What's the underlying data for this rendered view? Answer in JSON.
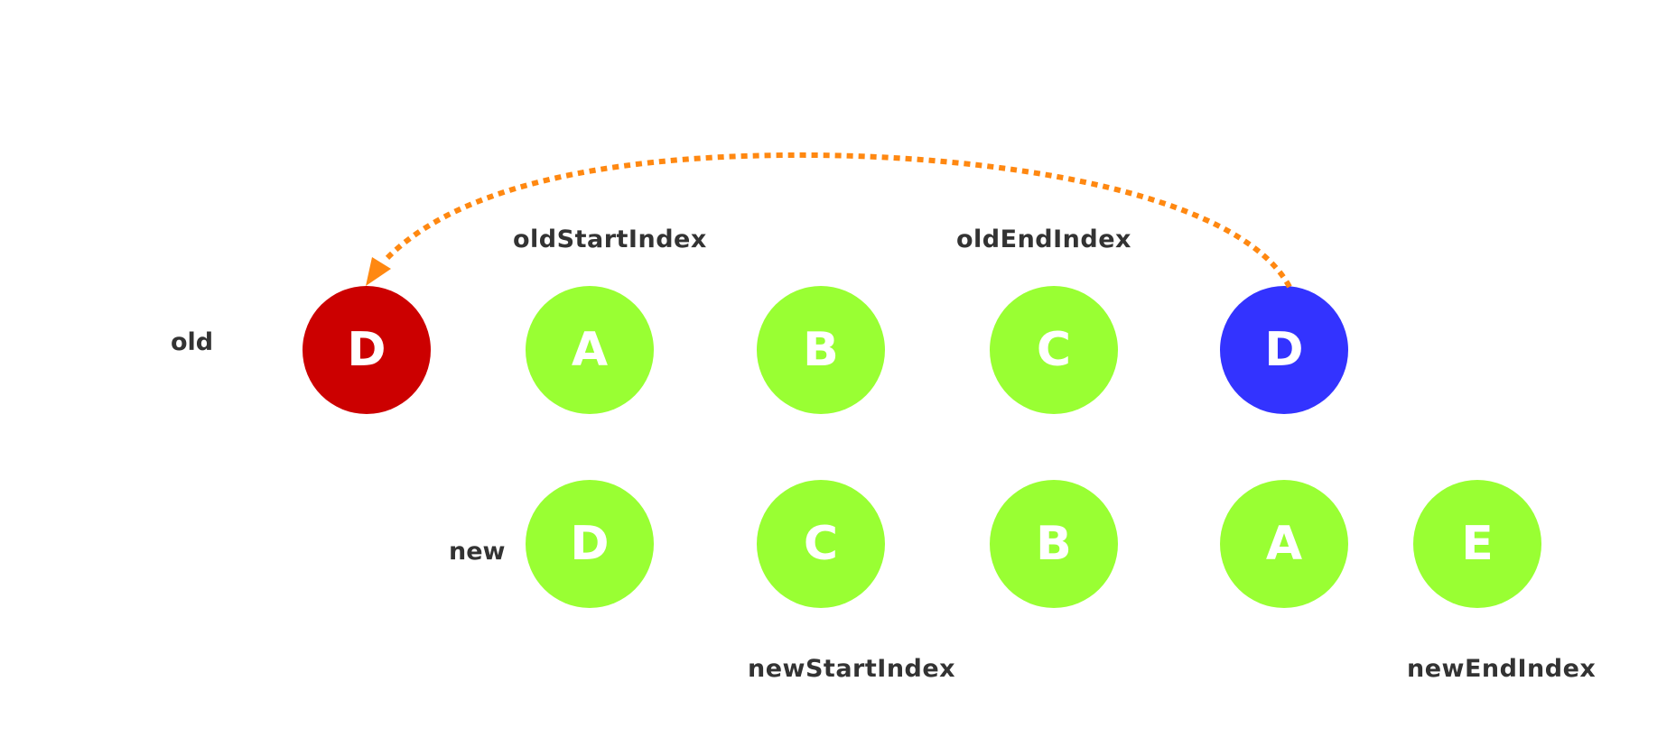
{
  "labels": {
    "old": "old",
    "new": "new",
    "old_start": "oldStartIndex",
    "old_end": "oldEndIndex",
    "new_start": "newStartIndex",
    "new_end": "newEndIndex"
  },
  "old_row": [
    {
      "text": "D",
      "color": "#cc0000"
    },
    {
      "text": "A",
      "color": "#99ff33"
    },
    {
      "text": "B",
      "color": "#99ff33"
    },
    {
      "text": "C",
      "color": "#99ff33"
    },
    {
      "text": "D",
      "color": "#3333ff"
    }
  ],
  "new_row": [
    {
      "text": "D",
      "color": "#99ff33"
    },
    {
      "text": "C",
      "color": "#99ff33"
    },
    {
      "text": "B",
      "color": "#99ff33"
    },
    {
      "text": "A",
      "color": "#99ff33"
    },
    {
      "text": "E",
      "color": "#99ff33"
    }
  ],
  "arrow": {
    "color": "#ff8811",
    "from": "old-node-5",
    "to": "old-node-1"
  }
}
